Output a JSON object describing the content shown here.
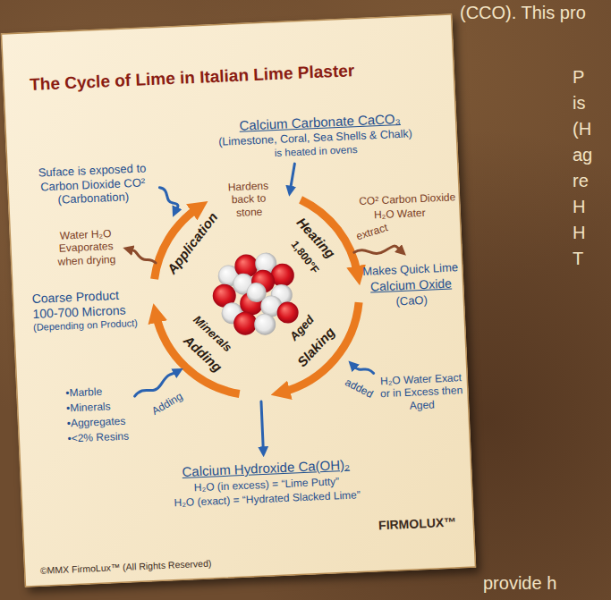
{
  "diagram": {
    "nodes": [
      {
        "text": [
          "The Cycle of Lime in Italian Lime Plaster"
        ]
      }
    ],
    "labels": [
      "Calcium Carbonate CaCO₃",
      "(Limestone, Coral, Sea Shells & Chalk)",
      "is heated in ovens",
      "Hardens back to stone",
      "Suface is exposed to Carbon Dioxide CO² (Carbonation)",
      "extract",
      "CO² Carbon Dioxide",
      "H₂O Water",
      "Water H₂O Evaporates when drying",
      "Application",
      "Heating",
      "1,800°F",
      "Makes Quick Lime",
      "Calcium Oxide",
      "(CaO)",
      "Slaking",
      "Aged",
      "Coarse Product",
      "100-700 Microns",
      "(Depending on Product)",
      "Minerals",
      "Adding",
      "•Marble",
      "•Minerals",
      "•Aggregates",
      "•<2% Resins",
      "Adding",
      "added",
      "H₂O Water Exact or in Excess then Aged",
      "Calcium Hydroxide Ca(OH)₂",
      "H₂O (in excess) = “Lime Putty”",
      "H₂O (exact) = “Hydrated Slacked Lime”",
      "FIRMOLUX™",
      "©MMX FirmoLux™ (All Rights Reserved)",
      "(CCO). This pro",
      "P",
      "is",
      "(H",
      "ag",
      "re",
      "H",
      "H",
      "T",
      "provide h"
    ]
  }
}
